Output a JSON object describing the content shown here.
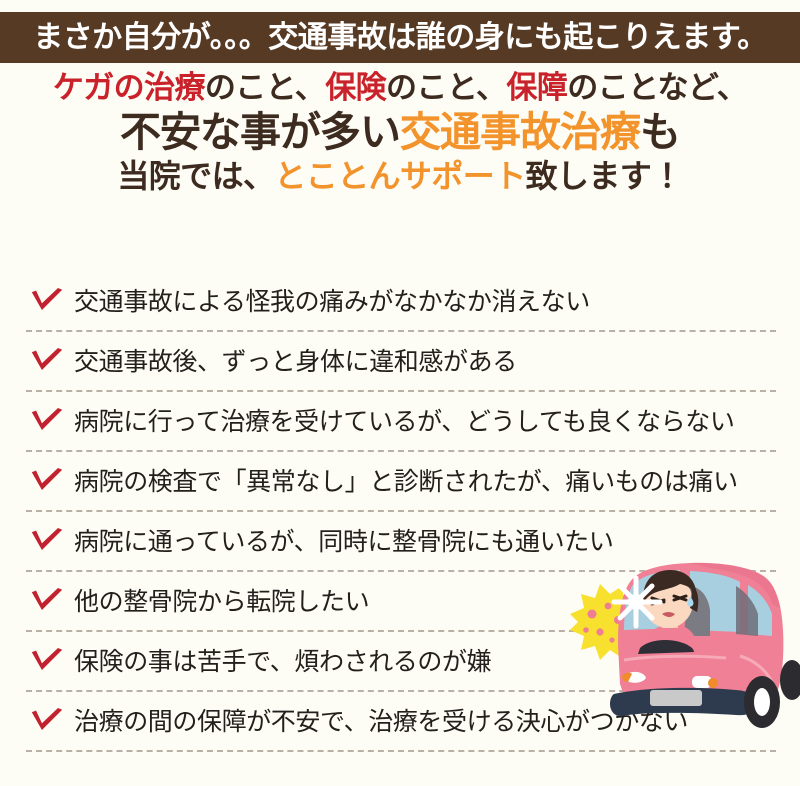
{
  "banner": {
    "text": "まさか自分が。。。交通事故は誰の身にも起こりえます。",
    "background_color": "#573a24",
    "text_color": "#ffffff"
  },
  "headline": {
    "line1": [
      {
        "text": "ケガの治療",
        "color": "#c9222b"
      },
      {
        "text": "のこと、",
        "color": "#3e2b20"
      },
      {
        "text": "保険",
        "color": "#c9222b"
      },
      {
        "text": "のこと、",
        "color": "#3e2b20"
      },
      {
        "text": "保障",
        "color": "#c9222b"
      },
      {
        "text": "のことなど、",
        "color": "#3e2b20"
      }
    ],
    "line2": [
      {
        "text": "不安な事が多い",
        "color": "#3e2b20"
      },
      {
        "text": "交通事故治療",
        "color": "#f2932c"
      },
      {
        "text": "も",
        "color": "#3e2b20"
      }
    ],
    "line3": [
      {
        "text": "当院では、",
        "color": "#3e2b20"
      },
      {
        "text": "とことんサポート",
        "color": "#f2932c"
      },
      {
        "text": "致します！",
        "color": "#3e2b20"
      }
    ]
  },
  "checklist": {
    "bullet_icon": "red-check-icon",
    "bullet_color": "#c22130",
    "separator_color": "#b9b1a6",
    "items": [
      {
        "text": "交通事故による怪我の痛みがなかなか消えない"
      },
      {
        "text": "交通事故後、ずっと身体に違和感がある"
      },
      {
        "text": "病院に行って治療を受けているが、どうしても良くならない"
      },
      {
        "text": "病院の検査で「異常なし」と診断されたが、痛いものは痛い"
      },
      {
        "text": "病院に通っているが、同時に整骨院にも通いたい"
      },
      {
        "text": "他の整骨院から転院したい"
      },
      {
        "text": "保険の事は苦手で、煩わされるのが嫌"
      },
      {
        "text": "治療の間の保障が不安で、治療を受ける決心がつかない"
      }
    ]
  },
  "illustration": {
    "name": "car-crash-illustration",
    "description": "ピンクの車を運転する女性と衝突の衝撃",
    "car_color": "#ef8095",
    "car_shade_color": "#e06a84",
    "burst_color": "#f7e02e",
    "burst_dot_color": "#ef7d94",
    "window_color": "#a8cfe0",
    "bumper_color": "#2e3b4e",
    "hair_color": "#3b2a22",
    "skin_color": "#fbd9c0",
    "shirt_color": "#f07f95",
    "seat_color": "#7b7b83",
    "flash_color": "#ffffff"
  },
  "page": {
    "background_color": "#fdfdf6"
  }
}
